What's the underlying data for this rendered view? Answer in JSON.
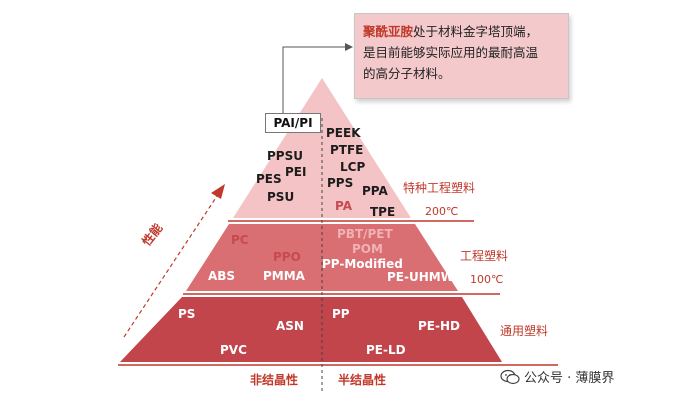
{
  "callout": {
    "highlight": "聚酰亚胺",
    "line1_rest": "处于材料金字塔顶端，",
    "line2": "是目前能够实际应用的最耐高温",
    "line3": "的高分子材料。"
  },
  "pyramid": {
    "apex_box": "PAI/PI",
    "special": {
      "name": "特种工程塑料",
      "temperature": "200℃",
      "left_materials": [
        "PPSU",
        "PEI",
        "PES",
        "PSU"
      ],
      "right_materials": [
        "PEEK",
        "PTFE",
        "LCP",
        "PPS",
        "PPA",
        "PA",
        "TPE"
      ]
    },
    "engineering": {
      "name": "工程塑料",
      "temperature": "100℃",
      "left_materials": [
        "PC",
        "PPO",
        "ABS",
        "PMMA"
      ],
      "right_materials": [
        "PBT/PET",
        "POM",
        "PP-Modified",
        "PE-UHMW"
      ]
    },
    "general": {
      "name": "通用塑料",
      "left_materials": [
        "PS",
        "ASN",
        "PVC"
      ],
      "right_materials": [
        "PP",
        "PE-HD",
        "PE-LD"
      ]
    }
  },
  "performance_label": "性能",
  "bottom_labels": {
    "left": "非结晶性",
    "right": "半结晶性"
  },
  "watermark": {
    "text": "公众号 · 薄膜界"
  },
  "colors": {
    "top_tier": "#f3c3c6",
    "middle_tier": "#d66b70",
    "bottom_tier": "#c2454b",
    "accent_text": "#c0392b"
  }
}
